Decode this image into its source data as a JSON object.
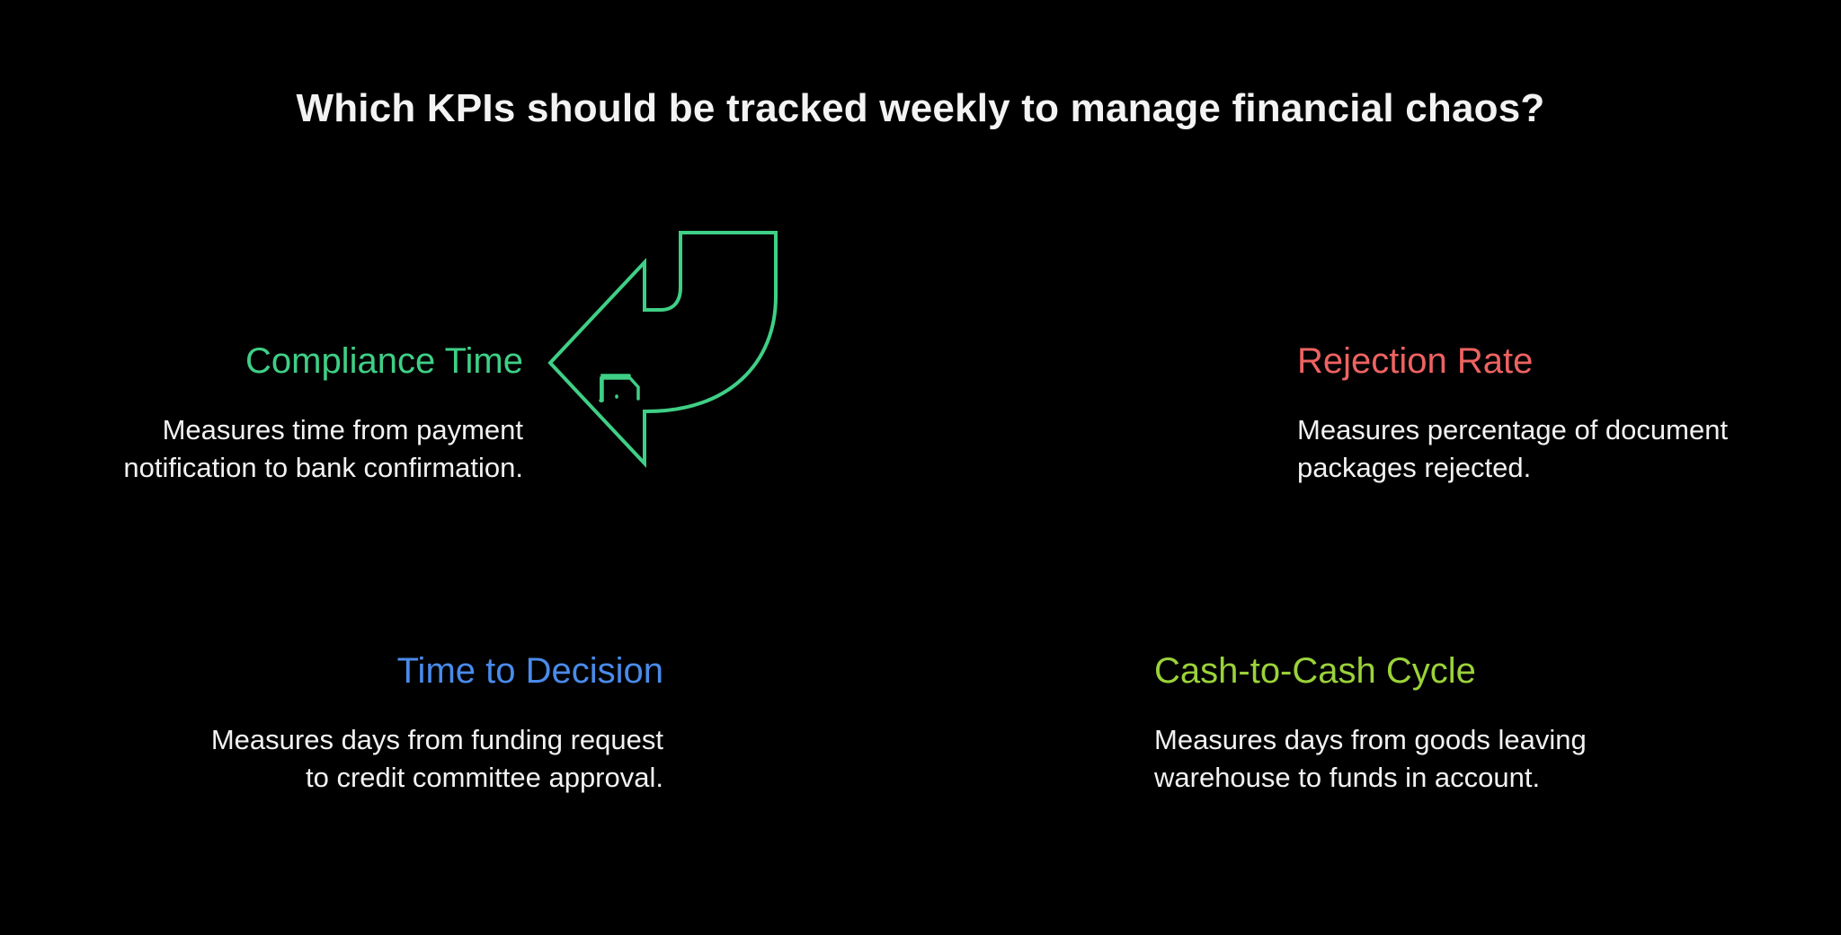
{
  "title": "Which KPIs should be tracked weekly to manage financial chaos?",
  "colors": {
    "background": "#000000",
    "compliance": "#3fcf86",
    "decision": "#4a8bea",
    "cash_cycle": "#9bd23a",
    "rejection": "#ee6262",
    "text": "#f2f2f2"
  },
  "kpis": [
    {
      "id": "compliance-time",
      "label": "Compliance Time",
      "description": "Measures time from payment\nnotification to bank confirmation.",
      "icon": "document-clock-check-icon",
      "arrow_direction": "left",
      "color": "#3fcf86"
    },
    {
      "id": "time-to-decision",
      "label": "Time to Decision",
      "description": "Measures days from funding request\nto credit committee approval.",
      "icon": "clock-key-icon",
      "arrow_direction": "down-left",
      "color": "#4a8bea"
    },
    {
      "id": "cash-to-cash-cycle",
      "label": "Cash-to-Cash Cycle",
      "description": "Measures days from goods leaving\nwarehouse to funds in account.",
      "icon": "goods-money-exchange-icon",
      "arrow_direction": "down-right",
      "color": "#9bd23a"
    },
    {
      "id": "rejection-rate",
      "label": "Rejection Rate",
      "description": "Measures percentage of document\npackages rejected.",
      "icon": "document-chart-x-icon",
      "arrow_direction": "right",
      "color": "#ee6262"
    }
  ]
}
